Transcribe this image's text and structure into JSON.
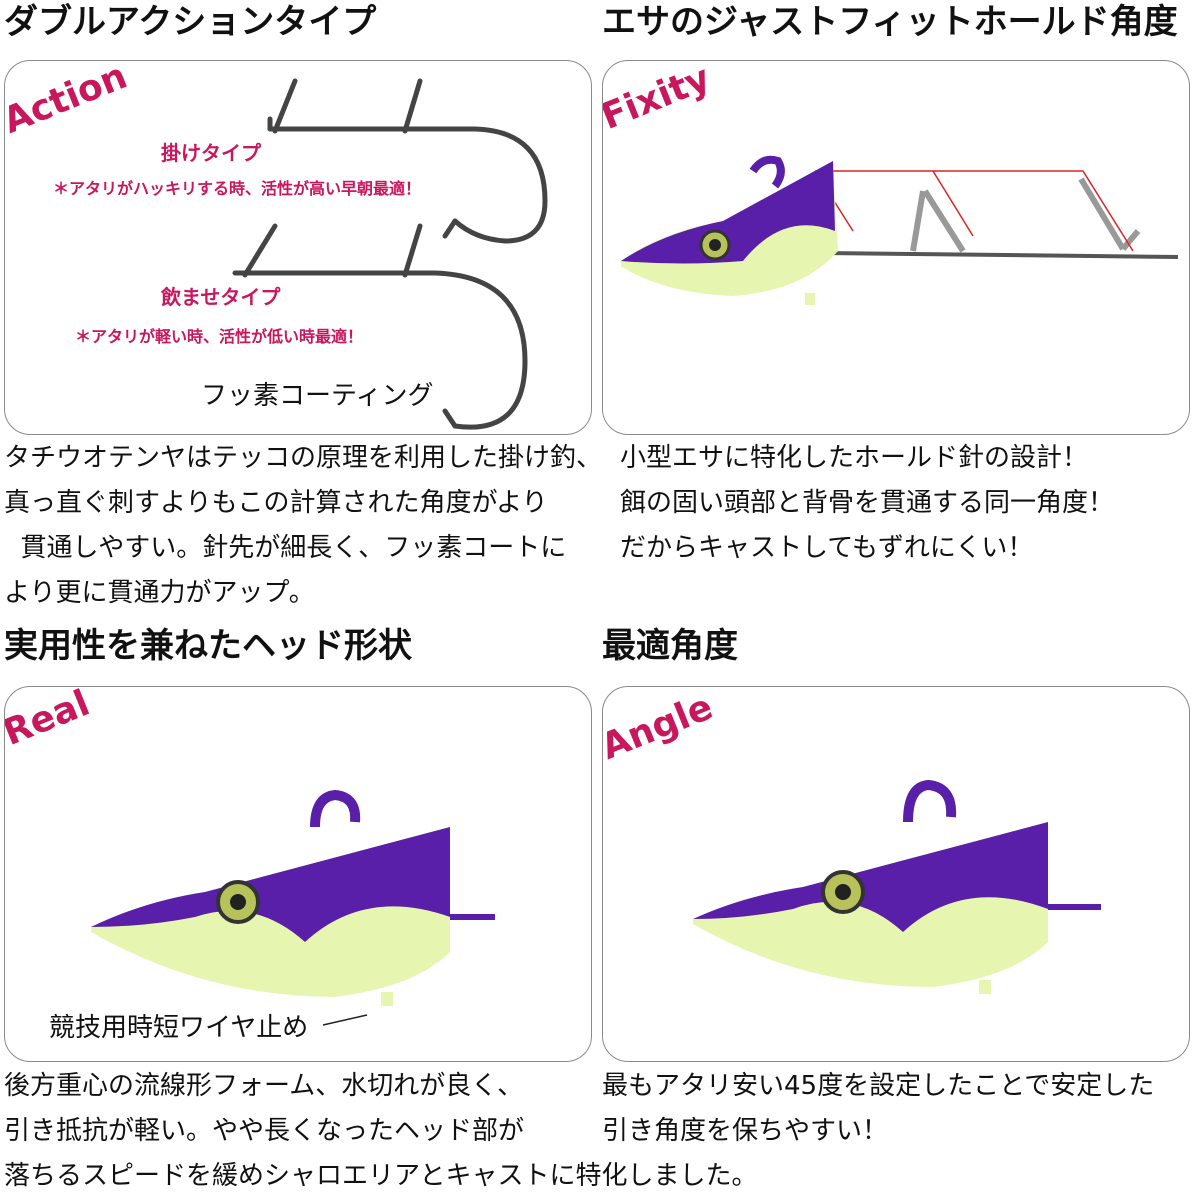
{
  "sections": {
    "double_action": {
      "heading": "ダブルアクションタイプ",
      "badge": "Action",
      "kake_label": "掛けタイプ",
      "kake_note": "＊アタリがハッキリする時、活性が高い早朝最適！",
      "nomase_label": "飲ませタイプ",
      "nomase_note": "＊アタリが軽い時、活性が低い時最適！",
      "coating_label": "フッ素コーティング",
      "body": [
        "タチウオテンヤはテッコの原理を利用した掛け釣、",
        "真っ直ぐ刺すよりもこの計算された角度がより",
        "  貫通しやすい。針先が細長く、フッ素コートに",
        "より更に貫通力がアップ。"
      ]
    },
    "fixity": {
      "heading": "エサのジャストフィットホールド角度",
      "badge": "Fixity",
      "body": [
        "小型エサに特化したホールド針の設計！",
        "餌の固い頭部と背骨を貫通する同一角度！",
        "だからキャストしてもずれにくい！"
      ]
    },
    "real": {
      "heading": "実用性を兼ねたヘッド形状",
      "badge": "Real",
      "stopper_label": "競技用時短ワイヤ止め",
      "body": [
        "後方重心の流線形フォーム、水切れが良く、",
        "引き抵抗が軽い。やや長くなったヘッド部が",
        "落ちるスピードを緩めシャロエリアとキャストに特化しました。"
      ]
    },
    "angle": {
      "heading": "最適角度",
      "badge": "Angle",
      "body": [
        "最もアタリ安い45度を設定したことで安定した",
        "引き角度を保ちやすい！"
      ]
    }
  },
  "colors": {
    "accent": "#c8175d",
    "head_purple": "#5a1fa8",
    "glow_green": "#e6f5b0",
    "hook_metal": "#555555"
  }
}
